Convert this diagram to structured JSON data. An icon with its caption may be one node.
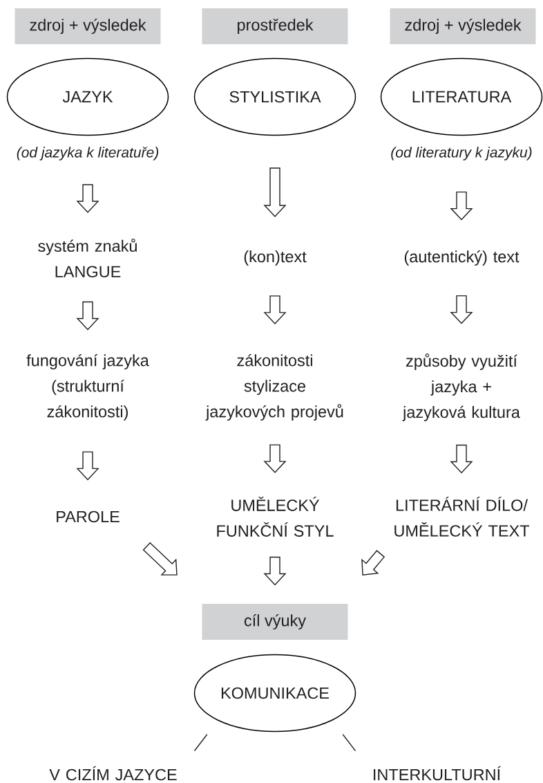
{
  "diagram": {
    "nodes": [
      {
        "text": [
          "zdroj + výsledek"
        ]
      },
      {
        "text": [
          "prostředek"
        ]
      },
      {
        "text": [
          "zdroj + výsledek"
        ]
      },
      {
        "text": [
          "JAZYK"
        ],
        "beside": [
          "(od jazyka k literatuře)"
        ]
      },
      {
        "text": [
          "STYLISTIKA"
        ]
      },
      {
        "text": [
          "LITERATURA"
        ],
        "beside": [
          "(od literatury k jazyku)"
        ]
      },
      {
        "text": [
          "systém znaků LANGUE"
        ]
      },
      {
        "text": [
          "(kon)text"
        ]
      },
      {
        "text": [
          "(autentický) text"
        ]
      },
      {
        "text": [
          "fungování jazyka (strukturní zákonitosti)"
        ]
      },
      {
        "text": [
          "zákonitosti stylizace jazykových projevů"
        ]
      },
      {
        "text": [
          "způsoby využití jazyka + jazyková kultura"
        ]
      },
      {
        "text": [
          "PAROLE"
        ]
      },
      {
        "text": [
          "UMĚLECKÝ FUNKČNÍ STYL"
        ]
      },
      {
        "text": [
          "LITERÁRNÍ DÍLO/ UMĚLECKÝ TEXT"
        ]
      },
      {
        "text": [
          "cíl výuky"
        ]
      },
      {
        "text": [
          "KOMUNIKACE"
        ]
      },
      {
        "text": [
          "V CIZÍM JAZYCE"
        ]
      },
      {
        "text": [
          "INTERKULTURNÍ"
        ]
      }
    ],
    "edges": [
      {
        "from": 3,
        "to": 6,
        "arrow": "to"
      },
      {
        "from": 4,
        "to": 7,
        "arrow": "to"
      },
      {
        "from": 5,
        "to": 8,
        "arrow": "to"
      },
      {
        "from": 6,
        "to": 9,
        "arrow": "to"
      },
      {
        "from": 7,
        "to": 10,
        "arrow": "to"
      },
      {
        "from": 8,
        "to": 11,
        "arrow": "to"
      },
      {
        "from": 9,
        "to": 12,
        "arrow": "to"
      },
      {
        "from": 10,
        "to": 13,
        "arrow": "to"
      },
      {
        "from": 11,
        "to": 14,
        "arrow": "to"
      },
      {
        "from": 12,
        "to": 15,
        "arrow": "to"
      },
      {
        "from": 13,
        "to": 15,
        "arrow": "to"
      },
      {
        "from": 14,
        "to": 15,
        "arrow": "to"
      },
      {
        "from": 16,
        "to": 17,
        "arrow": "none"
      },
      {
        "from": 16,
        "to": 18,
        "arrow": "none"
      }
    ]
  }
}
